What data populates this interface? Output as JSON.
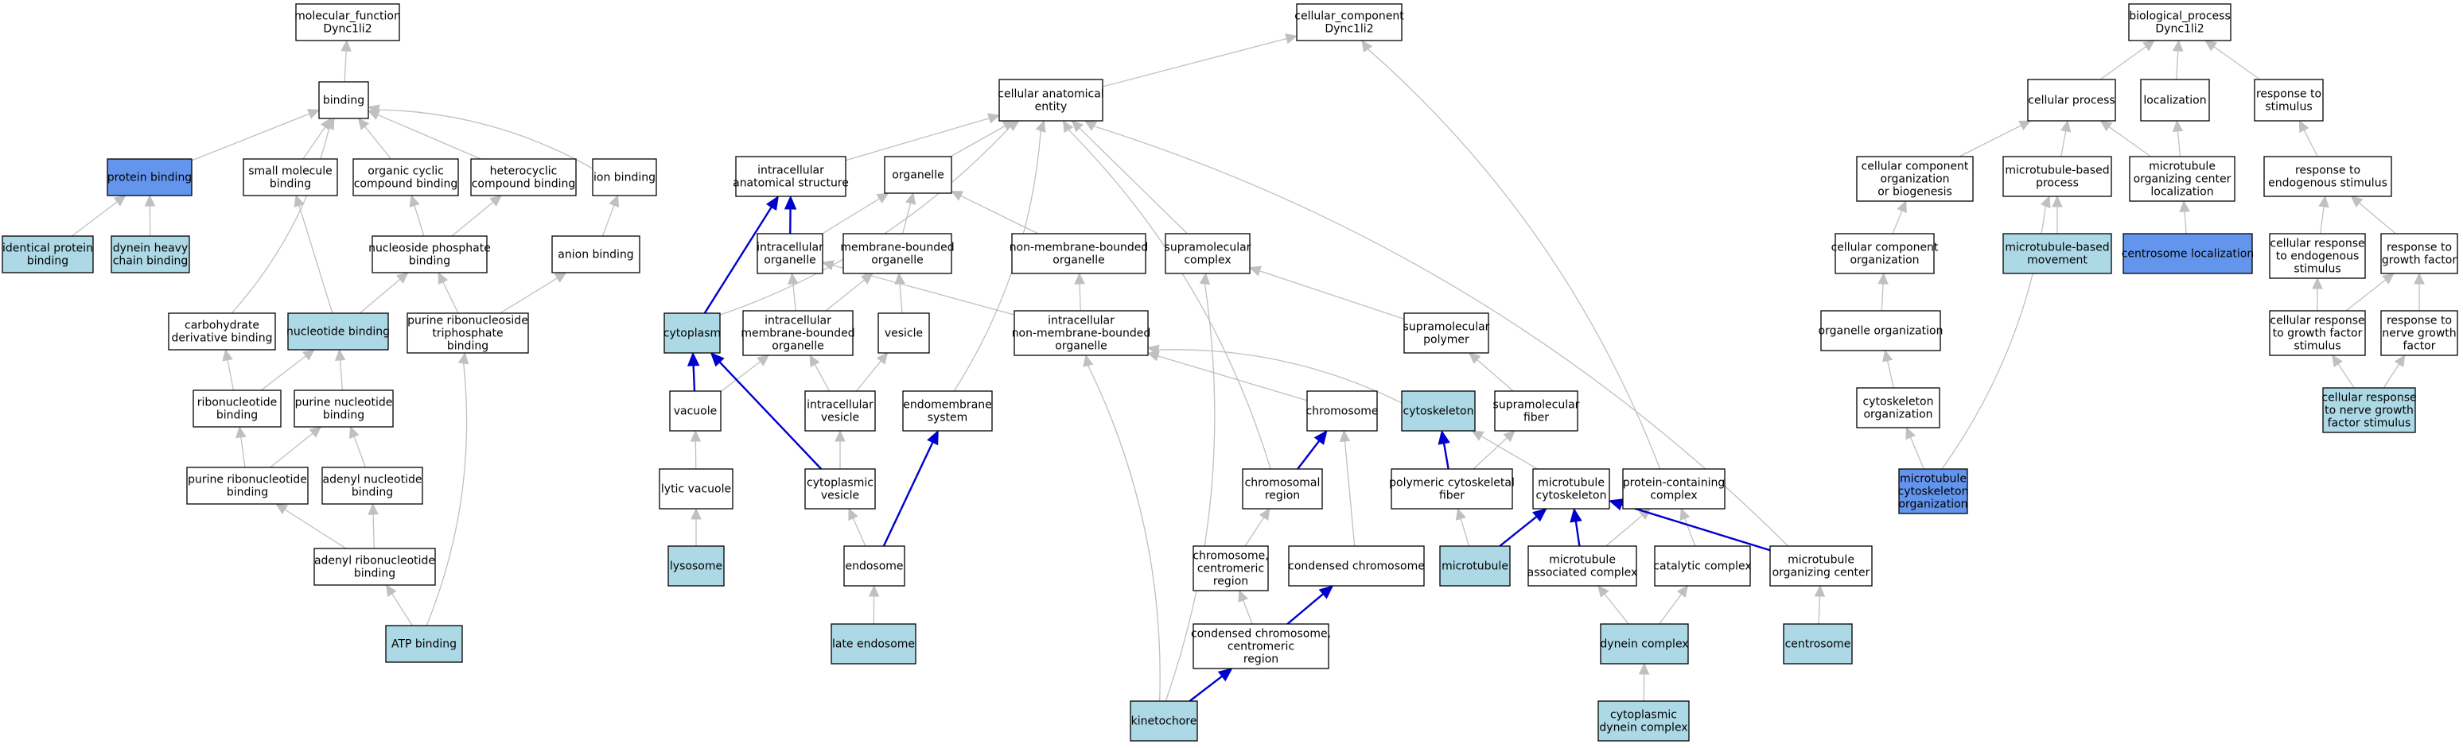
{
  "colors": {
    "plain": "#ffffff",
    "light": "#add8e6",
    "dark": "#6495ed",
    "gray_edge": "#c0c0c0",
    "blue_edge": "#0000cc"
  },
  "nodes": [
    {
      "id": "mf_root",
      "lines": [
        "molecular_function",
        "Dync1li2"
      ],
      "fill": "plain"
    },
    {
      "id": "binding",
      "lines": [
        "binding"
      ],
      "fill": "plain"
    },
    {
      "id": "protein_binding",
      "lines": [
        "protein binding"
      ],
      "fill": "dark"
    },
    {
      "id": "small_molecule_binding",
      "lines": [
        "small molecule",
        "binding"
      ],
      "fill": "plain"
    },
    {
      "id": "organic_cyclic",
      "lines": [
        "organic cyclic",
        "compound binding"
      ],
      "fill": "plain"
    },
    {
      "id": "heterocyclic",
      "lines": [
        "heterocyclic",
        "compound binding"
      ],
      "fill": "plain"
    },
    {
      "id": "ion_binding",
      "lines": [
        "ion binding"
      ],
      "fill": "plain"
    },
    {
      "id": "identical_protein",
      "lines": [
        "identical protein",
        "binding"
      ],
      "fill": "light"
    },
    {
      "id": "dynein_heavy",
      "lines": [
        "dynein heavy",
        "chain binding"
      ],
      "fill": "light"
    },
    {
      "id": "nucleoside_phosphate",
      "lines": [
        "nucleoside phosphate",
        "binding"
      ],
      "fill": "plain"
    },
    {
      "id": "anion_binding",
      "lines": [
        "anion binding"
      ],
      "fill": "plain"
    },
    {
      "id": "carbohydrate_deriv",
      "lines": [
        "carbohydrate",
        "derivative binding"
      ],
      "fill": "plain"
    },
    {
      "id": "nucleotide_binding",
      "lines": [
        "nucleotide binding"
      ],
      "fill": "light"
    },
    {
      "id": "purine_ribonucleoside_tp",
      "lines": [
        "purine ribonucleoside",
        "triphosphate",
        "binding"
      ],
      "fill": "plain"
    },
    {
      "id": "ribonucleotide",
      "lines": [
        "ribonucleotide",
        "binding"
      ],
      "fill": "plain"
    },
    {
      "id": "purine_nucleotide",
      "lines": [
        "purine nucleotide",
        "binding"
      ],
      "fill": "plain"
    },
    {
      "id": "purine_ribonucleotide",
      "lines": [
        "purine ribonucleotide",
        "binding"
      ],
      "fill": "plain"
    },
    {
      "id": "adenyl_nucleotide",
      "lines": [
        "adenyl nucleotide",
        "binding"
      ],
      "fill": "plain"
    },
    {
      "id": "adenyl_ribonucleotide",
      "lines": [
        "adenyl ribonucleotide",
        "binding"
      ],
      "fill": "plain"
    },
    {
      "id": "atp_binding",
      "lines": [
        "ATP binding"
      ],
      "fill": "light"
    },
    {
      "id": "cc_root",
      "lines": [
        "cellular_component",
        "Dync1li2"
      ],
      "fill": "plain"
    },
    {
      "id": "cae",
      "lines": [
        "cellular anatomical",
        "entity"
      ],
      "fill": "plain"
    },
    {
      "id": "intracell_anat",
      "lines": [
        "intracellular",
        "anatomical structure"
      ],
      "fill": "plain"
    },
    {
      "id": "organelle",
      "lines": [
        "organelle"
      ],
      "fill": "plain"
    },
    {
      "id": "intracell_organelle",
      "lines": [
        "intracellular",
        "organelle"
      ],
      "fill": "plain"
    },
    {
      "id": "membrane_bounded",
      "lines": [
        "membrane-bounded",
        "organelle"
      ],
      "fill": "plain"
    },
    {
      "id": "non_membrane_bounded",
      "lines": [
        "non-membrane-bounded",
        "organelle"
      ],
      "fill": "plain"
    },
    {
      "id": "supramolecular_complex",
      "lines": [
        "supramolecular",
        "complex"
      ],
      "fill": "plain"
    },
    {
      "id": "cytoplasm",
      "lines": [
        "cytoplasm"
      ],
      "fill": "light"
    },
    {
      "id": "intracell_mb_organelle",
      "lines": [
        "intracellular",
        "membrane-bounded",
        "organelle"
      ],
      "fill": "plain"
    },
    {
      "id": "vesicle",
      "lines": [
        "vesicle"
      ],
      "fill": "plain"
    },
    {
      "id": "intracell_nmb_organelle",
      "lines": [
        "intracellular",
        "non-membrane-bounded",
        "organelle"
      ],
      "fill": "plain"
    },
    {
      "id": "supramolecular_polymer",
      "lines": [
        "supramolecular",
        "polymer"
      ],
      "fill": "plain"
    },
    {
      "id": "vacuole",
      "lines": [
        "vacuole"
      ],
      "fill": "plain"
    },
    {
      "id": "intracell_vesicle",
      "lines": [
        "intracellular",
        "vesicle"
      ],
      "fill": "plain"
    },
    {
      "id": "endomembrane",
      "lines": [
        "endomembrane",
        "system"
      ],
      "fill": "plain"
    },
    {
      "id": "chromosome",
      "lines": [
        "chromosome"
      ],
      "fill": "plain"
    },
    {
      "id": "cytoskeleton",
      "lines": [
        "cytoskeleton"
      ],
      "fill": "light"
    },
    {
      "id": "supramolecular_fiber",
      "lines": [
        "supramolecular",
        "fiber"
      ],
      "fill": "plain"
    },
    {
      "id": "lytic_vacuole",
      "lines": [
        "lytic vacuole"
      ],
      "fill": "plain"
    },
    {
      "id": "cytoplasmic_vesicle",
      "lines": [
        "cytoplasmic",
        "vesicle"
      ],
      "fill": "plain"
    },
    {
      "id": "chromosomal_region",
      "lines": [
        "chromosomal",
        "region"
      ],
      "fill": "plain"
    },
    {
      "id": "polymeric_cytoskeletal",
      "lines": [
        "polymeric cytoskeletal",
        "fiber"
      ],
      "fill": "plain"
    },
    {
      "id": "microtubule_cytoskeleton",
      "lines": [
        "microtubule",
        "cytoskeleton"
      ],
      "fill": "plain"
    },
    {
      "id": "protein_containing",
      "lines": [
        "protein-containing",
        "complex"
      ],
      "fill": "plain"
    },
    {
      "id": "lysosome",
      "lines": [
        "lysosome"
      ],
      "fill": "light"
    },
    {
      "id": "endosome",
      "lines": [
        "endosome"
      ],
      "fill": "plain"
    },
    {
      "id": "chromosome_centromeric",
      "lines": [
        "chromosome,",
        "centromeric",
        "region"
      ],
      "fill": "plain"
    },
    {
      "id": "condensed_chromosome",
      "lines": [
        "condensed chromosome"
      ],
      "fill": "plain"
    },
    {
      "id": "microtubule",
      "lines": [
        "microtubule"
      ],
      "fill": "light"
    },
    {
      "id": "microtubule_assoc",
      "lines": [
        "microtubule",
        "associated complex"
      ],
      "fill": "plain"
    },
    {
      "id": "catalytic_complex",
      "lines": [
        "catalytic complex"
      ],
      "fill": "plain"
    },
    {
      "id": "mtoc",
      "lines": [
        "microtubule",
        "organizing center"
      ],
      "fill": "plain"
    },
    {
      "id": "late_endosome",
      "lines": [
        "late endosome"
      ],
      "fill": "light"
    },
    {
      "id": "condensed_centromeric",
      "lines": [
        "condensed chromosome,",
        "centromeric",
        "region"
      ],
      "fill": "plain"
    },
    {
      "id": "dynein_complex",
      "lines": [
        "dynein complex"
      ],
      "fill": "light"
    },
    {
      "id": "centrosome",
      "lines": [
        "centrosome"
      ],
      "fill": "light"
    },
    {
      "id": "kinetochore",
      "lines": [
        "kinetochore"
      ],
      "fill": "light"
    },
    {
      "id": "cyto_dynein_complex",
      "lines": [
        "cytoplasmic",
        "dynein complex"
      ],
      "fill": "light"
    },
    {
      "id": "bp_root",
      "lines": [
        "biological_process",
        "Dync1li2"
      ],
      "fill": "plain"
    },
    {
      "id": "cellular_process",
      "lines": [
        "cellular process"
      ],
      "fill": "plain"
    },
    {
      "id": "localization",
      "lines": [
        "localization"
      ],
      "fill": "plain"
    },
    {
      "id": "response_stimulus",
      "lines": [
        "response to",
        "stimulus"
      ],
      "fill": "plain"
    },
    {
      "id": "ccob",
      "lines": [
        "cellular component",
        "organization",
        "or biogenesis"
      ],
      "fill": "plain"
    },
    {
      "id": "mt_based_process",
      "lines": [
        "microtubule-based",
        "process"
      ],
      "fill": "plain"
    },
    {
      "id": "mtoc_localization",
      "lines": [
        "microtubule",
        "organizing center",
        "localization"
      ],
      "fill": "plain"
    },
    {
      "id": "response_endogenous",
      "lines": [
        "response to",
        "endogenous stimulus"
      ],
      "fill": "plain"
    },
    {
      "id": "cco",
      "lines": [
        "cellular component",
        "organization"
      ],
      "fill": "plain"
    },
    {
      "id": "mt_based_movement",
      "lines": [
        "microtubule-based",
        "movement"
      ],
      "fill": "light"
    },
    {
      "id": "centrosome_localization",
      "lines": [
        "centrosome localization"
      ],
      "fill": "dark"
    },
    {
      "id": "cell_resp_endogenous",
      "lines": [
        "cellular response",
        "to endogenous",
        "stimulus"
      ],
      "fill": "plain"
    },
    {
      "id": "response_growth_factor",
      "lines": [
        "response to",
        "growth factor"
      ],
      "fill": "plain"
    },
    {
      "id": "organelle_organization",
      "lines": [
        "organelle organization"
      ],
      "fill": "plain"
    },
    {
      "id": "cell_resp_gf",
      "lines": [
        "cellular response",
        "to growth factor",
        "stimulus"
      ],
      "fill": "plain"
    },
    {
      "id": "response_ngf",
      "lines": [
        "response to",
        "nerve growth",
        "factor"
      ],
      "fill": "plain"
    },
    {
      "id": "cytoskeleton_org",
      "lines": [
        "cytoskeleton",
        "organization"
      ],
      "fill": "plain"
    },
    {
      "id": "cell_resp_ngf",
      "lines": [
        "cellular response",
        "to nerve growth",
        "factor stimulus"
      ],
      "fill": "light"
    },
    {
      "id": "mt_cytoskeleton_org",
      "lines": [
        "microtubule",
        "cytoskeleton",
        "organization"
      ],
      "fill": "dark"
    }
  ],
  "edges": [
    [
      "binding",
      "mf_root",
      "gray"
    ],
    [
      "protein_binding",
      "binding",
      "gray"
    ],
    [
      "small_molecule_binding",
      "binding",
      "gray"
    ],
    [
      "organic_cyclic",
      "binding",
      "gray"
    ],
    [
      "heterocyclic",
      "binding",
      "gray"
    ],
    [
      "ion_binding",
      "binding",
      "gray"
    ],
    [
      "identical_protein",
      "protein_binding",
      "gray"
    ],
    [
      "dynein_heavy",
      "protein_binding",
      "gray"
    ],
    [
      "nucleoside_phosphate",
      "organic_cyclic",
      "gray"
    ],
    [
      "nucleoside_phosphate",
      "heterocyclic",
      "gray"
    ],
    [
      "anion_binding",
      "ion_binding",
      "gray"
    ],
    [
      "carbohydrate_deriv",
      "binding",
      "gray"
    ],
    [
      "nucleotide_binding",
      "small_molecule_binding",
      "gray"
    ],
    [
      "nucleotide_binding",
      "nucleoside_phosphate",
      "gray"
    ],
    [
      "purine_ribonucleoside_tp",
      "nucleoside_phosphate",
      "gray"
    ],
    [
      "purine_ribonucleoside_tp",
      "anion_binding",
      "gray"
    ],
    [
      "ribonucleotide",
      "carbohydrate_deriv",
      "gray"
    ],
    [
      "ribonucleotide",
      "nucleotide_binding",
      "gray"
    ],
    [
      "purine_nucleotide",
      "nucleotide_binding",
      "gray"
    ],
    [
      "purine_ribonucleotide",
      "ribonucleotide",
      "gray"
    ],
    [
      "purine_ribonucleotide",
      "purine_nucleotide",
      "gray"
    ],
    [
      "adenyl_nucleotide",
      "purine_nucleotide",
      "gray"
    ],
    [
      "adenyl_ribonucleotide",
      "purine_ribonucleotide",
      "gray"
    ],
    [
      "adenyl_ribonucleotide",
      "adenyl_nucleotide",
      "gray"
    ],
    [
      "atp_binding",
      "adenyl_ribonucleotide",
      "gray"
    ],
    [
      "atp_binding",
      "purine_ribonucleoside_tp",
      "gray"
    ],
    [
      "cae",
      "cc_root",
      "gray"
    ],
    [
      "intracell_anat",
      "cae",
      "gray"
    ],
    [
      "organelle",
      "cae",
      "gray"
    ],
    [
      "supramolecular_complex",
      "cae",
      "gray"
    ],
    [
      "cytoplasm",
      "cae",
      "gray"
    ],
    [
      "intracell_organelle",
      "intracell_anat",
      "blue"
    ],
    [
      "cytoplasm",
      "intracell_anat",
      "blue"
    ],
    [
      "intracell_organelle",
      "organelle",
      "gray"
    ],
    [
      "membrane_bounded",
      "organelle",
      "gray"
    ],
    [
      "non_membrane_bounded",
      "organelle",
      "gray"
    ],
    [
      "intracell_mb_organelle",
      "intracell_organelle",
      "gray"
    ],
    [
      "intracell_mb_organelle",
      "membrane_bounded",
      "gray"
    ],
    [
      "vesicle",
      "membrane_bounded",
      "gray"
    ],
    [
      "intracell_nmb_organelle",
      "intracell_organelle",
      "gray"
    ],
    [
      "intracell_nmb_organelle",
      "non_membrane_bounded",
      "gray"
    ],
    [
      "supramolecular_polymer",
      "supramolecular_complex",
      "gray"
    ],
    [
      "vacuole",
      "intracell_mb_organelle",
      "gray"
    ],
    [
      "vacuole",
      "cytoplasm",
      "blue"
    ],
    [
      "intracell_vesicle",
      "intracell_mb_organelle",
      "gray"
    ],
    [
      "intracell_vesicle",
      "vesicle",
      "gray"
    ],
    [
      "endomembrane",
      "cae",
      "gray"
    ],
    [
      "chromosome",
      "intracell_nmb_organelle",
      "gray"
    ],
    [
      "cytoskeleton",
      "intracell_nmb_organelle",
      "gray"
    ],
    [
      "supramolecular_fiber",
      "supramolecular_polymer",
      "gray"
    ],
    [
      "lytic_vacuole",
      "vacuole",
      "gray"
    ],
    [
      "cytoplasmic_vesicle",
      "intracell_vesicle",
      "gray"
    ],
    [
      "cytoplasmic_vesicle",
      "cytoplasm",
      "blue"
    ],
    [
      "chromosomal_region",
      "chromosome",
      "blue"
    ],
    [
      "chromosomal_region",
      "cae",
      "gray"
    ],
    [
      "polymeric_cytoskeletal",
      "cytoskeleton",
      "blue"
    ],
    [
      "polymeric_cytoskeletal",
      "supramolecular_fiber",
      "gray"
    ],
    [
      "microtubule_cytoskeleton",
      "cytoskeleton",
      "gray"
    ],
    [
      "protein_containing",
      "cc_root",
      "gray"
    ],
    [
      "lysosome",
      "lytic_vacuole",
      "gray"
    ],
    [
      "endosome",
      "cytoplasmic_vesicle",
      "gray"
    ],
    [
      "endosome",
      "endomembrane",
      "blue"
    ],
    [
      "chromosome_centromeric",
      "chromosomal_region",
      "gray"
    ],
    [
      "condensed_chromosome",
      "chromosome",
      "gray"
    ],
    [
      "microtubule",
      "polymeric_cytoskeletal",
      "gray"
    ],
    [
      "microtubule",
      "microtubule_cytoskeleton",
      "blue"
    ],
    [
      "microtubule_assoc",
      "microtubule_cytoskeleton",
      "blue"
    ],
    [
      "microtubule_assoc",
      "protein_containing",
      "gray"
    ],
    [
      "catalytic_complex",
      "protein_containing",
      "gray"
    ],
    [
      "mtoc",
      "microtubule_cytoskeleton",
      "blue"
    ],
    [
      "mtoc",
      "cae",
      "gray"
    ],
    [
      "late_endosome",
      "endosome",
      "gray"
    ],
    [
      "condensed_centromeric",
      "chromosome_centromeric",
      "gray"
    ],
    [
      "condensed_centromeric",
      "condensed_chromosome",
      "blue"
    ],
    [
      "dynein_complex",
      "microtubule_assoc",
      "gray"
    ],
    [
      "dynein_complex",
      "catalytic_complex",
      "gray"
    ],
    [
      "centrosome",
      "mtoc",
      "gray"
    ],
    [
      "kinetochore",
      "condensed_centromeric",
      "blue"
    ],
    [
      "kinetochore",
      "supramolecular_complex",
      "gray"
    ],
    [
      "kinetochore",
      "intracell_nmb_organelle",
      "gray"
    ],
    [
      "cyto_dynein_complex",
      "dynein_complex",
      "gray"
    ],
    [
      "cellular_process",
      "bp_root",
      "gray"
    ],
    [
      "localization",
      "bp_root",
      "gray"
    ],
    [
      "response_stimulus",
      "bp_root",
      "gray"
    ],
    [
      "ccob",
      "cellular_process",
      "gray"
    ],
    [
      "mt_based_process",
      "cellular_process",
      "gray"
    ],
    [
      "mtoc_localization",
      "cellular_process",
      "gray"
    ],
    [
      "mtoc_localization",
      "localization",
      "gray"
    ],
    [
      "response_endogenous",
      "response_stimulus",
      "gray"
    ],
    [
      "cco",
      "ccob",
      "gray"
    ],
    [
      "mt_based_movement",
      "mt_based_process",
      "gray"
    ],
    [
      "centrosome_localization",
      "mtoc_localization",
      "gray"
    ],
    [
      "cell_resp_endogenous",
      "response_endogenous",
      "gray"
    ],
    [
      "response_growth_factor",
      "response_endogenous",
      "gray"
    ],
    [
      "organelle_organization",
      "cco",
      "gray"
    ],
    [
      "cell_resp_gf",
      "cell_resp_endogenous",
      "gray"
    ],
    [
      "cell_resp_gf",
      "response_growth_factor",
      "gray"
    ],
    [
      "response_ngf",
      "response_growth_factor",
      "gray"
    ],
    [
      "cytoskeleton_org",
      "organelle_organization",
      "gray"
    ],
    [
      "cell_resp_ngf",
      "cell_resp_gf",
      "gray"
    ],
    [
      "cell_resp_ngf",
      "response_ngf",
      "gray"
    ],
    [
      "mt_cytoskeleton_org",
      "cytoskeleton_org",
      "gray"
    ],
    [
      "mt_cytoskeleton_org",
      "mt_based_process",
      "gray"
    ]
  ]
}
